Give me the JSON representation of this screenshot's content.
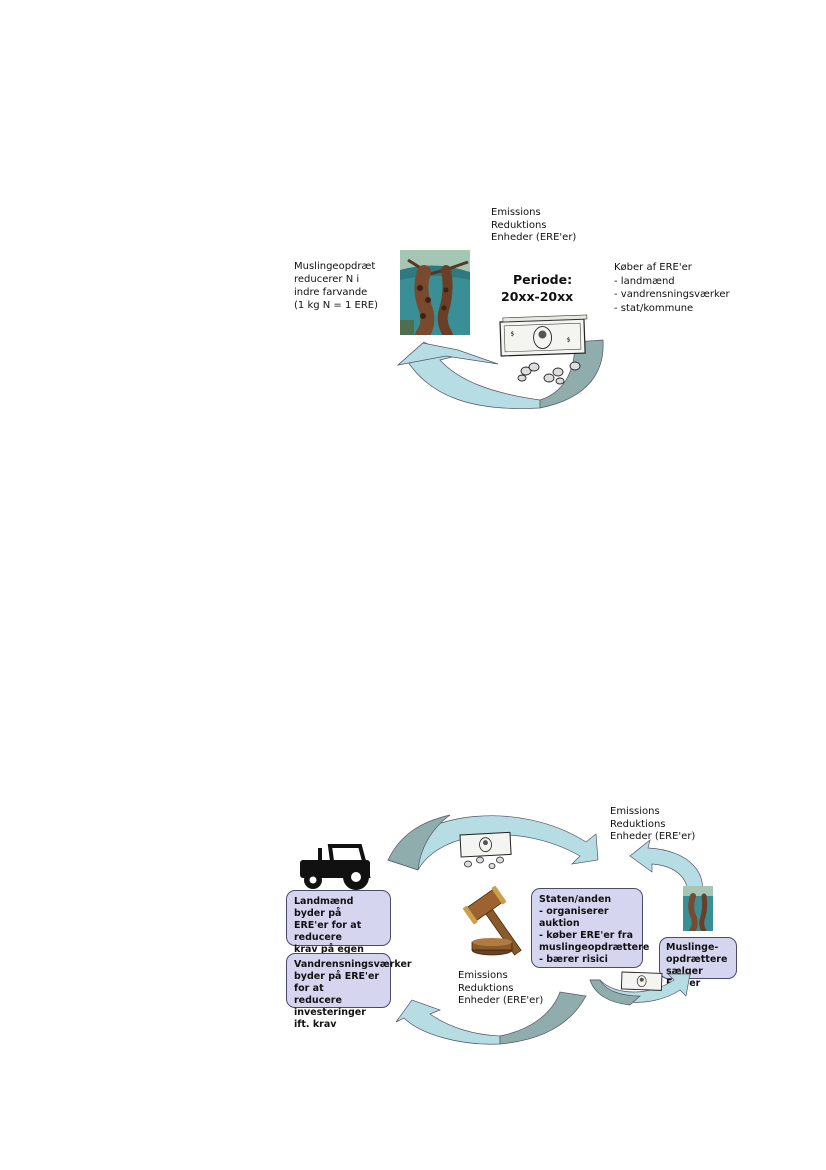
{
  "top": {
    "ere_label": "Emissions\nReduktions\nEnheder (ERE'er)",
    "seller_label": "Muslingeopdræt\nreducerer N i\nindre farvande\n(1 kg N = 1 ERE)",
    "period_label": "Periode:",
    "period_value": "20xx-20xx",
    "buyer_label": "Køber af ERE'er\n- landmænd\n- vandrensningsværker\n- stat/kommune"
  },
  "bottom": {
    "ere_label_top": "Emissions\nReduktions\nEnheder (ERE'er)",
    "farmers_box": "Landmænd byder på\nERE'er for at reducere\nkrav på egen jord",
    "plants_box": "Vandrensningsværker\nbyder på ERE'er for at\nreducere investeringer\nift. krav",
    "state_box": "Staten/anden\n- organiserer auktion\n- køber ERE'er fra\n  muslingeopdrættere\n- bærer risici",
    "mussel_box": "Muslinge-\nopdrættere\nsælger ERE'er",
    "ere_label_center": "Emissions\nReduktions\nEnheder (ERE'er)"
  },
  "colors": {
    "arrow_light": "#b7dde4",
    "arrow_dark": "#8fadad",
    "box_fill": "#d5d5f0",
    "water": "#3a8f96",
    "mussel": "#7a4a2e"
  },
  "icons": [
    "mussel-photo",
    "banknote-icon",
    "coins-icon",
    "tractor-icon",
    "gavel-icon"
  ]
}
